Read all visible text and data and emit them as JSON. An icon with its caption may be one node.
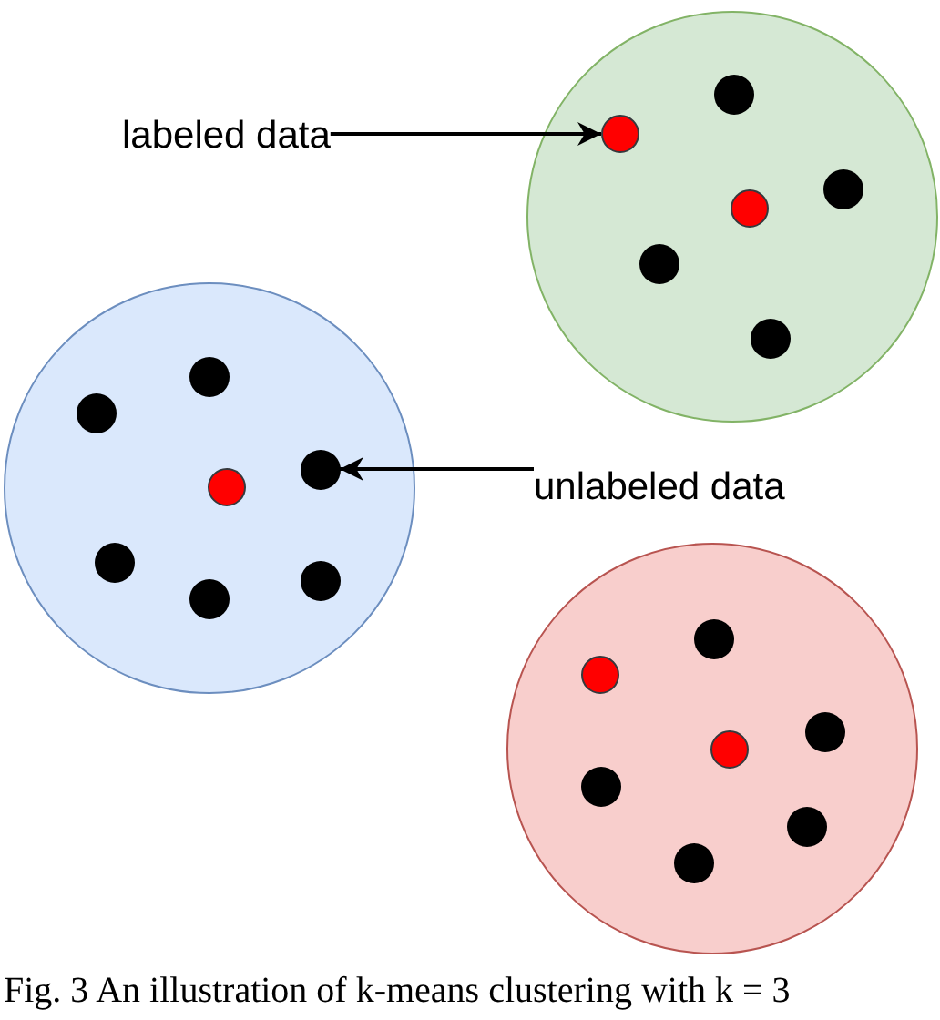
{
  "diagram": {
    "caption": "Fig. 3 An illustration of k-means clustering with k = 3",
    "nodes": [
      {
        "text": [
          "labeled data"
        ]
      },
      {
        "text": [],
        "shape": "circle"
      },
      {
        "text": [],
        "shape": "circle",
        "in": 1
      },
      {
        "text": [],
        "shape": "circle",
        "in": 1
      },
      {
        "text": [],
        "shape": "circle",
        "in": 1
      },
      {
        "text": [],
        "shape": "circle",
        "in": 1
      },
      {
        "text": [],
        "shape": "circle",
        "in": 1
      },
      {
        "text": [],
        "shape": "circle",
        "in": 1
      },
      {
        "text": [],
        "shape": "circle"
      },
      {
        "text": [],
        "shape": "circle",
        "in": 8
      },
      {
        "text": [],
        "shape": "circle",
        "in": 8
      },
      {
        "text": [],
        "shape": "circle",
        "in": 8
      },
      {
        "text": [],
        "shape": "circle",
        "in": 8
      },
      {
        "text": [],
        "shape": "circle",
        "in": 8
      },
      {
        "text": [],
        "shape": "circle",
        "in": 8
      },
      {
        "text": [],
        "shape": "circle",
        "in": 8
      },
      {
        "text": [
          "unlabeled data"
        ]
      },
      {
        "text": [],
        "shape": "circle"
      },
      {
        "text": [],
        "shape": "circle",
        "in": 17
      },
      {
        "text": [],
        "shape": "circle",
        "in": 17
      },
      {
        "text": [],
        "shape": "circle",
        "in": 17
      },
      {
        "text": [],
        "shape": "circle",
        "in": 17
      },
      {
        "text": [],
        "shape": "circle",
        "in": 17
      },
      {
        "text": [],
        "shape": "circle",
        "in": 17
      },
      {
        "text": [],
        "shape": "circle",
        "in": 17
      }
    ],
    "edges": [
      {
        "from": 0,
        "to": 3,
        "arrow": "to"
      },
      {
        "from": 16,
        "to": 11,
        "arrow": "to"
      }
    ]
  }
}
